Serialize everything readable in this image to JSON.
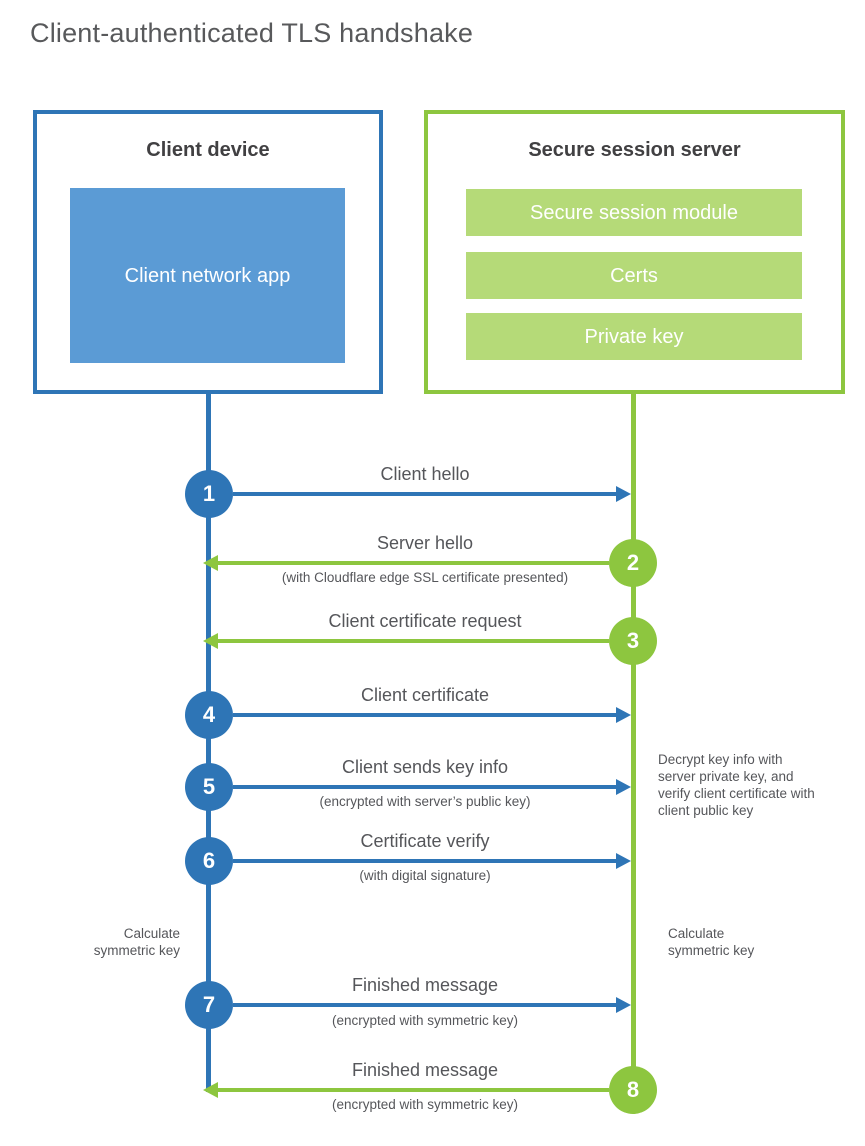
{
  "title": "Client-authenticated TLS handshake",
  "client": {
    "box_title": "Client device",
    "app_label": "Client network app"
  },
  "server": {
    "box_title": "Secure session server",
    "modules": [
      "Secure session module",
      "Certs",
      "Private key"
    ]
  },
  "steps": [
    {
      "num": "1",
      "label": "Client hello",
      "sub": "",
      "direction": "client-to-server",
      "color": "#2e75b6"
    },
    {
      "num": "2",
      "label": "Server hello",
      "sub": "(with Cloudflare edge SSL certificate presented)",
      "direction": "server-to-client",
      "color": "#8dc63f"
    },
    {
      "num": "3",
      "label": "Client certificate request",
      "sub": "",
      "direction": "server-to-client",
      "color": "#8dc63f"
    },
    {
      "num": "4",
      "label": "Client certificate",
      "sub": "",
      "direction": "client-to-server",
      "color": "#2e75b6"
    },
    {
      "num": "5",
      "label": "Client sends key info",
      "sub": "(encrypted with server’s public key)",
      "direction": "client-to-server",
      "color": "#2e75b6"
    },
    {
      "num": "6",
      "label": "Certificate verify",
      "sub": "(with digital signature)",
      "direction": "client-to-server",
      "color": "#2e75b6"
    },
    {
      "num": "7",
      "label": "Finished message",
      "sub": "(encrypted with symmetric key)",
      "direction": "client-to-server",
      "color": "#2e75b6"
    },
    {
      "num": "8",
      "label": "Finished message",
      "sub": "(encrypted with symmetric key)",
      "direction": "server-to-client",
      "color": "#8dc63f"
    }
  ],
  "notes": {
    "decrypt": "Decrypt key info with server private key, and verify client certificate with client public key",
    "calc_left": "Calculate symmetric key",
    "calc_right": "Calculate symmetric key"
  },
  "colors": {
    "blue_dark": "#2e75b6",
    "blue_light": "#5b9bd5",
    "green_bright": "#8dc63f",
    "green_light": "#b5da78",
    "text_gray": "#55565a"
  }
}
